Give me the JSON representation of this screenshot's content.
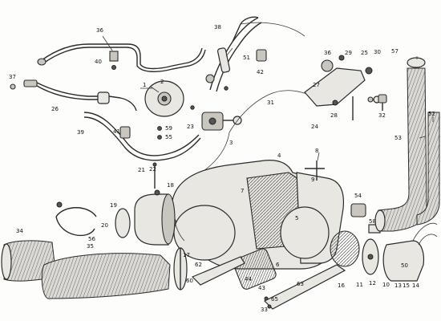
{
  "diagram": {
    "colors": {
      "ink": "#2b2b2b",
      "paper": "#fdfdfb"
    },
    "callouts": {
      "c1": "1",
      "c2": "2",
      "c3": "3",
      "c4": "4",
      "c5": "5",
      "c6": "6",
      "c7": "7",
      "c8": "8",
      "c9": "9",
      "c10": "10",
      "c11": "11",
      "c12": "12",
      "c13": "13",
      "c14": "14",
      "c15": "15",
      "c16": "16",
      "c17": "17",
      "c18": "18",
      "c19": "19",
      "c20": "20",
      "c21": "21",
      "c22": "22",
      "c23": "23",
      "c24": "24",
      "c25": "25",
      "c26": "26",
      "c27": "27",
      "c28": "28",
      "c29": "29",
      "c30": "30",
      "c31": "31",
      "c32": "32",
      "c33": "33",
      "c34": "34",
      "c35": "35",
      "c36": "36",
      "c37": "37",
      "c38": "38",
      "c39": "39",
      "c40": "40",
      "c41": "41",
      "c42": "42",
      "c43": "43",
      "c44": "44",
      "c50": "50",
      "c51": "51",
      "c52": "52",
      "c53": "53",
      "c54": "54",
      "c55": "55",
      "c56": "56",
      "c57": "57",
      "c58": "58",
      "c59": "59",
      "c60": "60",
      "c62": "62",
      "c63": "63",
      "c65": "65"
    }
  }
}
